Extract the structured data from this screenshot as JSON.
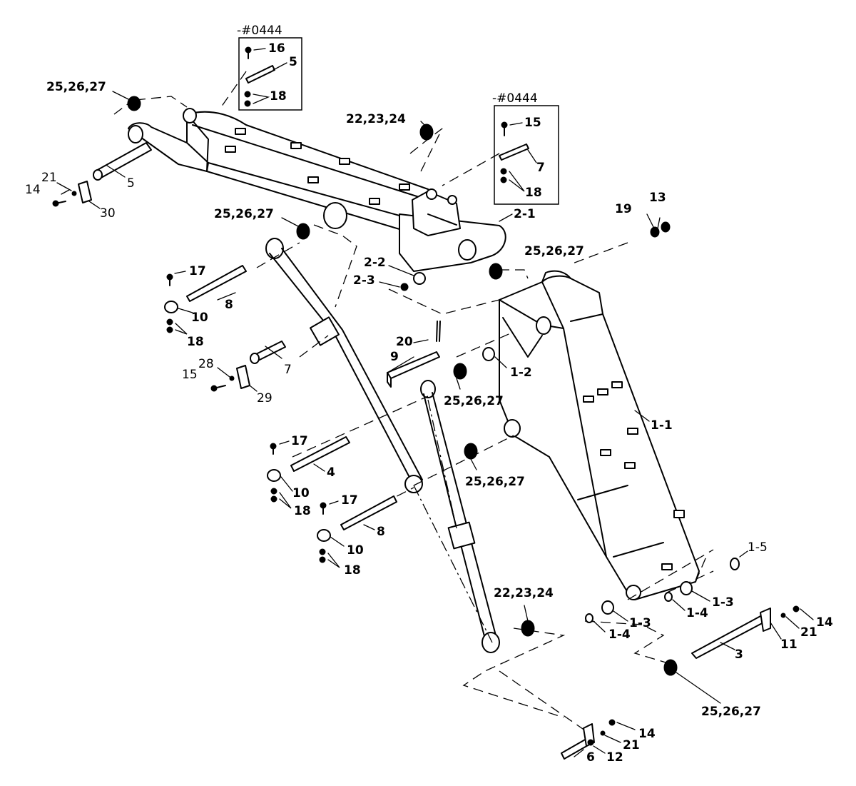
{
  "serial_boxes": {
    "left": "-#0444",
    "right": "-#0444"
  },
  "labels": {
    "b16": "16",
    "b5": "5",
    "b18": "18",
    "b15": "15",
    "b7": "7",
    "b18b": "18",
    "sh_tl": "25,26,27",
    "l5": "5",
    "l14": "14",
    "l21": "21",
    "l30": "30",
    "sh_top": "22,23,24",
    "sh_arm": "25,26,27",
    "l2_1": "2-1",
    "l2_2": "2-2",
    "l2_3": "2-3",
    "l13": "13",
    "l19": "19",
    "sh_boom": "25,26,27",
    "l17a": "17",
    "l8a": "8",
    "l10a": "10",
    "l18a": "18",
    "l20": "20",
    "l9": "9",
    "l1_2": "1-2",
    "sh_mid": "25,26,27",
    "l7": "7",
    "l28": "28",
    "l15": "15",
    "l29": "29",
    "l1_1": "1-1",
    "l17b": "17",
    "l4": "4",
    "l10b": "10",
    "l18b": "18",
    "sh_mid2": "25,26,27",
    "l17c": "17",
    "l8b": "8",
    "l10c": "10",
    "l18c": "18",
    "l1_5": "1-5",
    "l1_3a": "1-3",
    "l1_4a": "1-4",
    "l1_3b": "1-3",
    "l1_4b": "1-4",
    "sh_bot": "22,23,24",
    "l3": "3",
    "l14b": "14",
    "l21b": "21",
    "l11": "11",
    "sh_br": "25,26,27",
    "l6": "6",
    "l12": "12",
    "l21c": "21",
    "l14c": "14"
  }
}
